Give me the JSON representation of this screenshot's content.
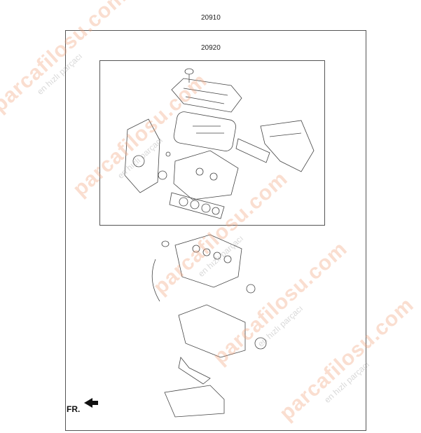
{
  "labels": {
    "outer_part": "20910",
    "inner_part": "20920"
  },
  "direction_label": "FR.",
  "watermark": {
    "brand": "parcafilosu.com",
    "tagline": "en hızlı parçacı"
  }
}
